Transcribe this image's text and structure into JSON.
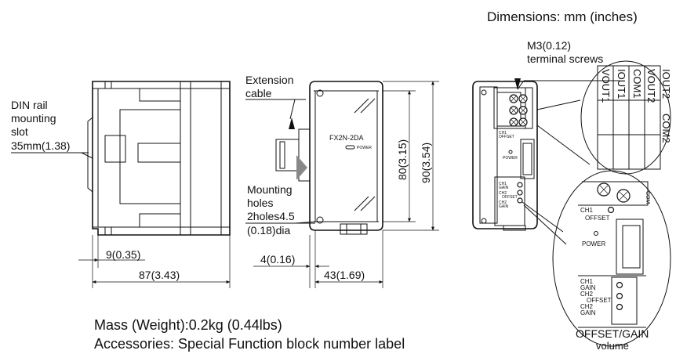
{
  "header": {
    "dimensions_note": "Dimensions: mm (inches)"
  },
  "side_view": {
    "din_rail_label": [
      "DIN rail",
      "mounting",
      "slot",
      "35mm(1.38)"
    ],
    "dim_inner": "9(0.35)",
    "dim_width": "87(3.43)"
  },
  "front_view": {
    "extension_cable_label": [
      "Extension",
      "cable"
    ],
    "model_label": "FX2N-2DA",
    "power_label": "POWER",
    "mounting_holes_label": [
      "Mounting",
      "holes",
      "2holes4.5",
      "(0.18)dia"
    ],
    "dim_height_inner": "80(3.15)",
    "dim_height_outer": "90(3.54)",
    "dim_offset": "4(0.16)",
    "dim_width": "43(1.69)"
  },
  "terminal_view": {
    "screw_label": [
      "M3(0.12)",
      "terminal screws"
    ],
    "terminal_names": [
      "VOUT1",
      "IOUT1",
      "COM1",
      "VOUT2",
      "IOUT2",
      "COM2"
    ],
    "small_labels": {
      "ch1_offset": [
        "CH1",
        "OFFSET"
      ],
      "power": "POWER",
      "ch1_gain": [
        "CH1",
        "GAIN"
      ],
      "ch2_offset": [
        "CH2",
        "OFFSET"
      ],
      "ch2_gain": [
        "CH2",
        "GAIN"
      ]
    },
    "zoom_labels": {
      "ch1_offset": [
        "CH1",
        "OFFSET"
      ],
      "power": "POWER",
      "ch1_gain": [
        "CH1",
        "GAIN"
      ],
      "ch2_offset": [
        "CH2",
        "OFFSET"
      ],
      "ch2_gain": [
        "CH2",
        "GAIN"
      ],
      "com": "COM"
    },
    "volume_label": [
      "OFFSET/GAIN",
      "volume"
    ]
  },
  "footer": {
    "mass": "Mass (Weight):0.2kg (0.44lbs)",
    "accessories": "Accessories: Special Function block number label"
  }
}
